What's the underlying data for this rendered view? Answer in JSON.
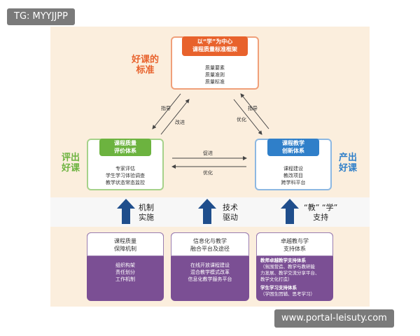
{
  "watermarks": {
    "top_left": "TG: MYYJJPP",
    "bottom_right": "www.portal-leisuty.com"
  },
  "top_node": {
    "title_line1": "以“学”为中心",
    "title_line2": "课程质量标准框架",
    "items": [
      "质量要素",
      "质量准则",
      "质量标准"
    ],
    "side_label_line1": "好课的",
    "side_label_line2": "标准"
  },
  "left_node": {
    "title_line1": "课程质量",
    "title_line2": "评价体系",
    "items": [
      "专家评估",
      "学生学习体验调查",
      "教学状态常态监控"
    ],
    "side_label_line1": "评出",
    "side_label_line2": "好课"
  },
  "right_node": {
    "title_line1": "课程教学",
    "title_line2": "创新体系",
    "items": [
      "课程建设",
      "教改项目",
      "跨学科平台"
    ],
    "side_label_line1": "产出",
    "side_label_line2": "好课"
  },
  "edges": {
    "top_left_down": "指导",
    "top_left_up": "改进",
    "top_right_down": "指导",
    "top_right_up": "优化",
    "left_right_forward": "促进",
    "left_right_back": "优化"
  },
  "supports": [
    {
      "label_line1": "机制",
      "label_line2": "实施"
    },
    {
      "label_line1": "技术",
      "label_line2": "驱动"
    },
    {
      "label_line1": "“教” “学”",
      "label_line2": "支持"
    }
  ],
  "bottom_cards": [
    {
      "title_line1": "课程质量",
      "title_line2": "保障机制",
      "items": [
        "组织构架",
        "责任划分",
        "工作机制"
      ]
    },
    {
      "title_line1": "信息化与教学",
      "title_line2": "融合平台及途径",
      "items": [
        "在线开放课程建设",
        "混合教学模式改革",
        "信息化教学服务平台"
      ]
    },
    {
      "title_line1": "卓越教与学",
      "title_line2": "支持体系",
      "teacher_heading": "教师卓越教学支持体系",
      "teacher_lines": [
        "（氛围营造、教学与教研能",
        "力发展、教学交流分享平台、",
        "教学文化打造）"
      ],
      "student_heading": "学生学习支持体系",
      "student_lines": [
        "（学困生团辅、思考学习）"
      ]
    }
  ],
  "colors": {
    "top_accent": "#e8622c",
    "left_accent": "#6cb33f",
    "right_accent": "#2f7fc9",
    "purple": "#7b4f94",
    "arrow_blue": "#1f4e8c"
  }
}
